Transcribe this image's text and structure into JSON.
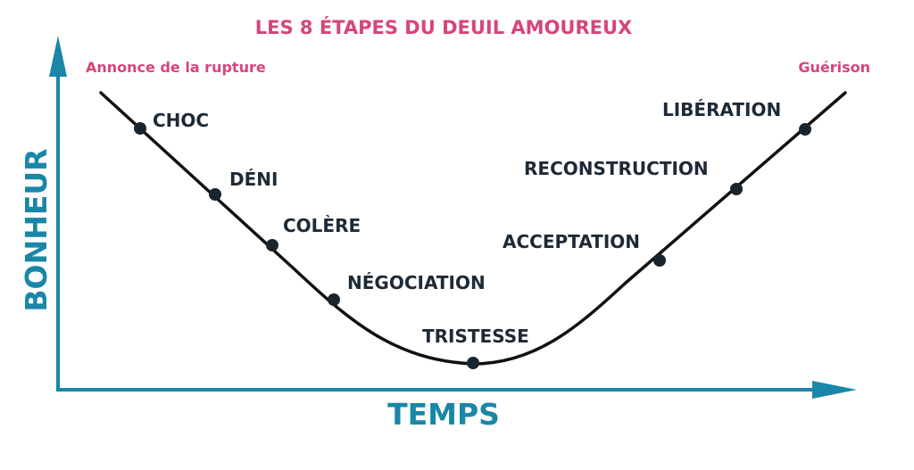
{
  "title": "LES 8 ÉTAPES DU DEUIL AMOUREUX",
  "start_label": "Annonce de la rupture",
  "end_label": "Guérison",
  "y_axis_label": "BONHEUR",
  "x_axis_label": "TEMPS",
  "stages": [
    {
      "label": "CHOC"
    },
    {
      "label": "DÉNI"
    },
    {
      "label": "COLÈRE"
    },
    {
      "label": "NÉGOCIATION"
    },
    {
      "label": "TRISTESSE"
    },
    {
      "label": "ACCEPTATION"
    },
    {
      "label": "RECONSTRUCTION"
    },
    {
      "label": "LIBÉRATION"
    }
  ],
  "colors": {
    "title": "#d6457c",
    "axis": "#1a86a8",
    "curve": "#111111",
    "point": "#18252f",
    "label": "#1d2a36"
  }
}
